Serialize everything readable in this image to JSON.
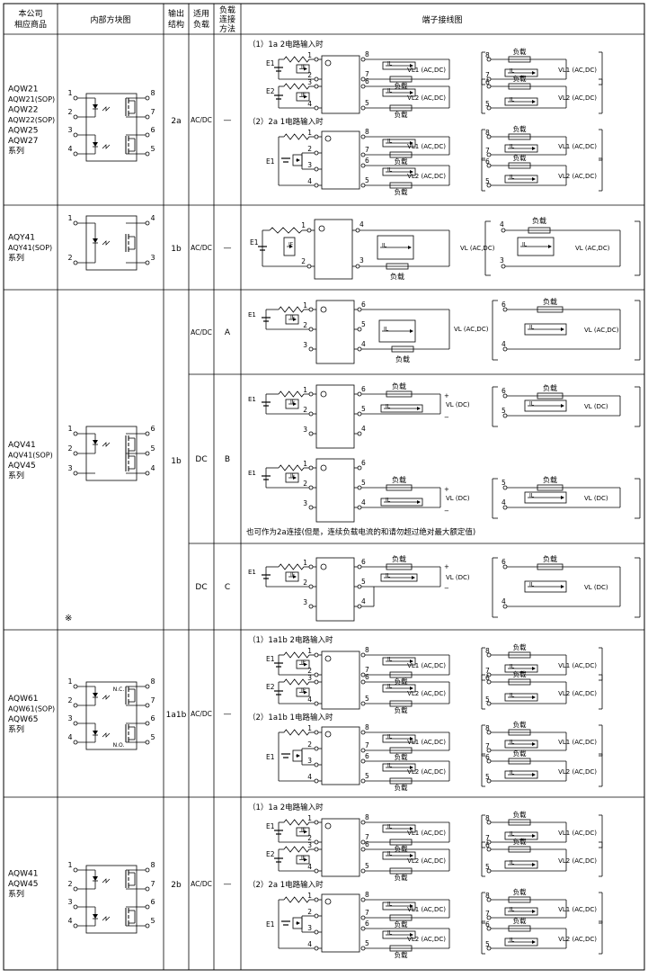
{
  "headers": {
    "product": "本公司\n相应商品",
    "block": "内部方块图",
    "output": "输出\n结构",
    "load": "适用\n负载",
    "connect": "负载\n连接\n方法",
    "wiring": "端子接线图"
  },
  "common": {
    "load_label": "负载",
    "vl1": "VL1 (AC,DC)",
    "vl2": "VL2 (AC,DC)",
    "vl_acdc": "VL (AC,DC)",
    "vl_dc": "VL (DC)",
    "ac_dc": "AC/DC",
    "dc": "DC",
    "dash": "—",
    "note_mark": "※"
  },
  "rows": [
    {
      "products": [
        "AQW21",
        "AQW21(SOP)",
        "AQW22",
        "AQW22(SOP)",
        "AQW25",
        "AQW27",
        "系列"
      ],
      "output": "2a",
      "load": "AC/DC",
      "connect": "—",
      "sub1": "（1）1a 2电路输入时",
      "sub2": "（2）2a 1电路输入时"
    },
    {
      "products": [
        "AQY41",
        "AQY41(SOP)",
        "系列"
      ],
      "output": "1b",
      "load": "AC/DC",
      "connect": "—"
    },
    {
      "products": [
        "AQV41",
        "AQV41(SOP)",
        "AQV45",
        "系列"
      ],
      "output": "1b",
      "subrows": [
        {
          "load": "AC/DC",
          "connect": "A"
        },
        {
          "load": "DC",
          "connect": "B"
        },
        {
          "load": "DC",
          "connect": "C"
        }
      ],
      "note": "也可作为2a连接(但是，连续负载电流的和请勿超过绝对最大额定值)"
    },
    {
      "products": [
        "AQW61",
        "AQW61(SOP)",
        "AQW65",
        "系列"
      ],
      "output": "1a1b",
      "load": "AC/DC",
      "connect": "—",
      "sub1": "（1）1a1b 2电路输入时",
      "sub2": "（2）1a1b 1电路输入时",
      "nc": "N.C.",
      "no": "N.O."
    },
    {
      "products": [
        "AQW41",
        "AQW45",
        "系列"
      ],
      "output": "2b",
      "load": "AC/DC",
      "connect": "—",
      "sub1": "（1）1a 2电路输入时",
      "sub2": "（2）2a 1电路输入时"
    }
  ]
}
